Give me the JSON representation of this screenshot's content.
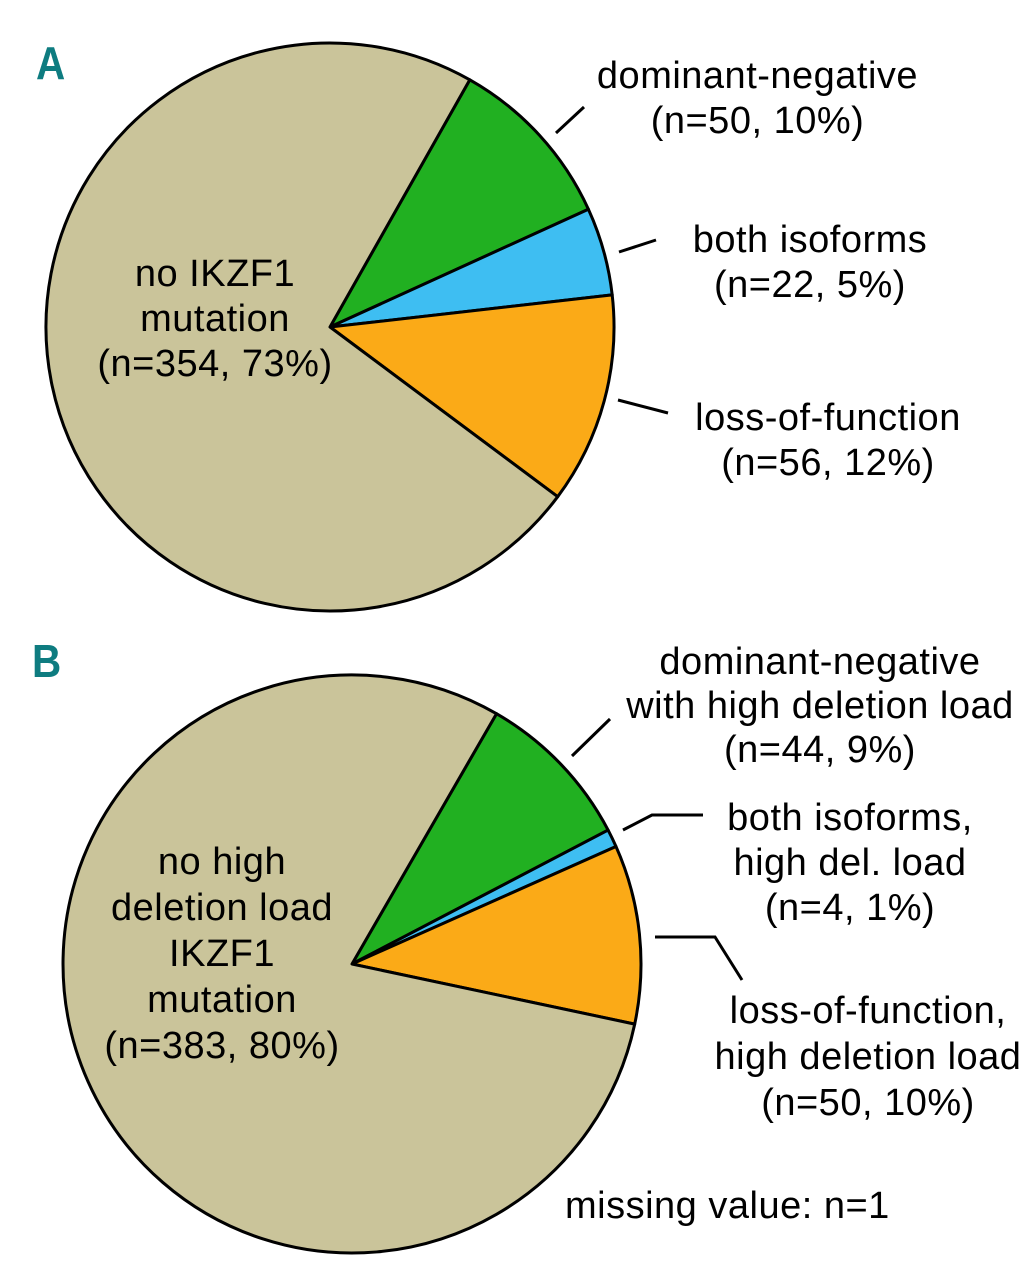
{
  "colors": {
    "panel_letter": "#0e7c80",
    "outline": "#000000",
    "background": "#ffffff"
  },
  "panels": [
    {
      "letter": "A",
      "center_label": "no IKZF1\nmutation\n(n=354, 73%)",
      "callouts": [
        {
          "id": "dominant-negative",
          "text": "dominant-negative\n(n=50, 10%)"
        },
        {
          "id": "both-isoforms",
          "text": "both isoforms\n(n=22, 5%)"
        },
        {
          "id": "loss-of-function",
          "text": "loss-of-function\n(n=56, 12%)"
        }
      ]
    },
    {
      "letter": "B",
      "center_label": "no high\ndeletion load\nIKZF1\nmutation\n(n=383, 80%)",
      "callouts": [
        {
          "id": "dominant-negative-high",
          "text": "dominant-negative\nwith high deletion load\n(n=44, 9%)"
        },
        {
          "id": "both-isoforms-high",
          "text": "both isoforms,\nhigh del. load\n(n=4, 1%)"
        },
        {
          "id": "loss-of-function-high",
          "text": "loss-of-function,\nhigh deletion load\n(n=50, 10%)"
        }
      ],
      "footnote": "missing value: n=1"
    }
  ],
  "chart_data": [
    {
      "type": "pie",
      "panel": "A",
      "start_angle_deg": -60.5,
      "clockwise": true,
      "legend_position": "callouts-right",
      "slices": [
        {
          "label": "dominant-negative",
          "n": 50,
          "pct": 10,
          "color": "#21b021"
        },
        {
          "label": "both isoforms",
          "n": 22,
          "pct": 5,
          "color": "#3ebef2"
        },
        {
          "label": "loss-of-function",
          "n": 56,
          "pct": 12,
          "color": "#fbaa17"
        },
        {
          "label": "no IKZF1 mutation",
          "n": 354,
          "pct": 73,
          "color": "#cac49a"
        }
      ]
    },
    {
      "type": "pie",
      "panel": "B",
      "start_angle_deg": -60,
      "clockwise": true,
      "legend_position": "callouts-right",
      "slices": [
        {
          "label": "dominant-negative with high deletion load",
          "n": 44,
          "pct": 9,
          "color": "#21b021"
        },
        {
          "label": "both isoforms, high del. load",
          "n": 4,
          "pct": 1,
          "color": "#3ebef2"
        },
        {
          "label": "loss-of-function, high deletion load",
          "n": 50,
          "pct": 10,
          "color": "#fbaa17"
        },
        {
          "label": "no high deletion load IKZF1 mutation",
          "n": 383,
          "pct": 80,
          "color": "#cac49a"
        }
      ],
      "note": "missing value: n=1"
    }
  ]
}
